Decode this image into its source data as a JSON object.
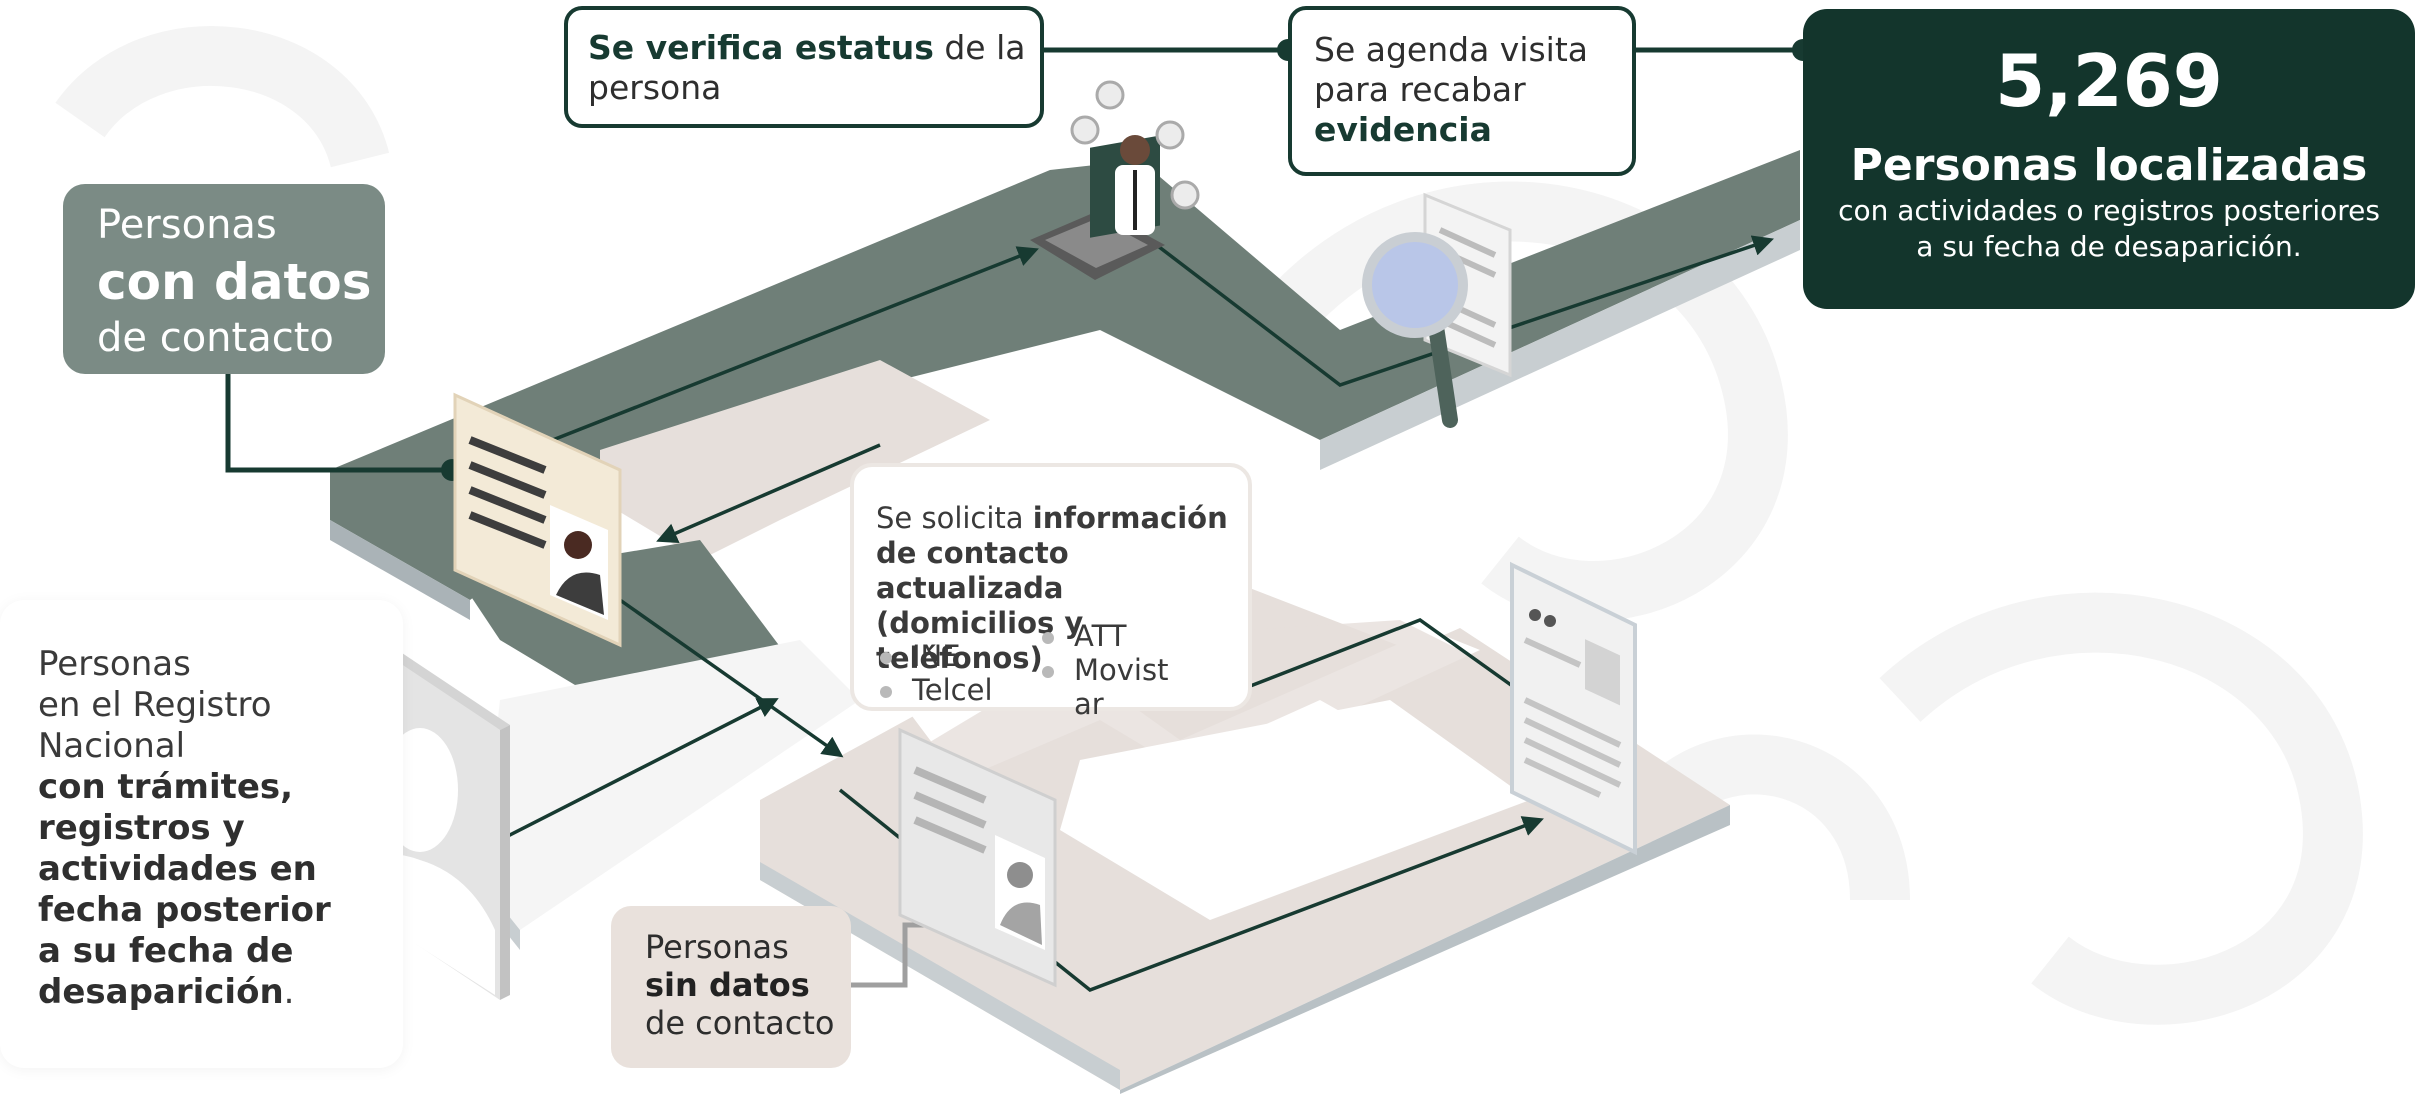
{
  "con_datos": {
    "line1": "Personas",
    "line2": "con datos",
    "line3": "de contacto"
  },
  "verifica": {
    "bold": "Se verifica estatus",
    "rest1": " de la",
    "rest2": "persona"
  },
  "agenda": {
    "line1": "Se agenda visita",
    "line2": "para recabar",
    "bold": "evidencia"
  },
  "localizadas": {
    "number": "5,269",
    "title": "Personas localizadas",
    "sub1": "con actividades o registros posteriores",
    "sub2": "a su fecha de desaparición."
  },
  "registro": {
    "line1": "Personas",
    "line2": "en el Registro",
    "line3": "Nacional",
    "b1": "con trámites,",
    "b2": "registros y",
    "b3": "actividades en",
    "b4": "fecha posterior",
    "b5": "a su fecha de",
    "b6": "desaparición",
    "end": "."
  },
  "solicita": {
    "plain": "Se solicita ",
    "b1": "información",
    "b2": "de contacto actualizada",
    "b3": "(domicilios y teléfonos)",
    "bullets_left": [
      "INE",
      "Telcel"
    ],
    "bullets_right": [
      "ATT",
      "Movistar"
    ]
  },
  "sin_datos": {
    "line1": "Personas",
    "bold": "sin datos",
    "line3": "de contacto"
  },
  "colors": {
    "dark_green": "#13352c",
    "path_green": "#6f7f78",
    "path_beige": "#e6dfdb",
    "path_white": "#f7f7f7",
    "side_grey": "#c9ced0"
  }
}
